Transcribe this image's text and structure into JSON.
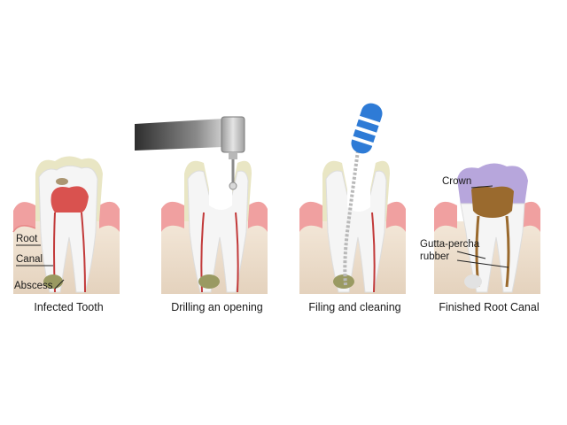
{
  "panels": [
    {
      "caption": "Infected Tooth"
    },
    {
      "caption": "Drilling an opening"
    },
    {
      "caption": "Filing and cleaning"
    },
    {
      "caption": "Finished Root Canal"
    }
  ],
  "labels": {
    "root": "Root",
    "canal": "Canal",
    "abscess": "Abscess",
    "crown": "Crown",
    "gutta_percha": "Gutta-percha",
    "rubber": "rubber"
  },
  "colors": {
    "gum": "#f0a0a0",
    "bone": "#eadbc8",
    "enamel": "#e9e6c4",
    "dentin": "#f4f4f4",
    "pulp_infected": "#d9524f",
    "nerve": "#c23a3a",
    "abscess": "#9a9a62",
    "drill": "#666666",
    "file_handle": "#2e7bd6",
    "crown_cap": "#b7a6dc",
    "filling": "#9a6a2e"
  }
}
